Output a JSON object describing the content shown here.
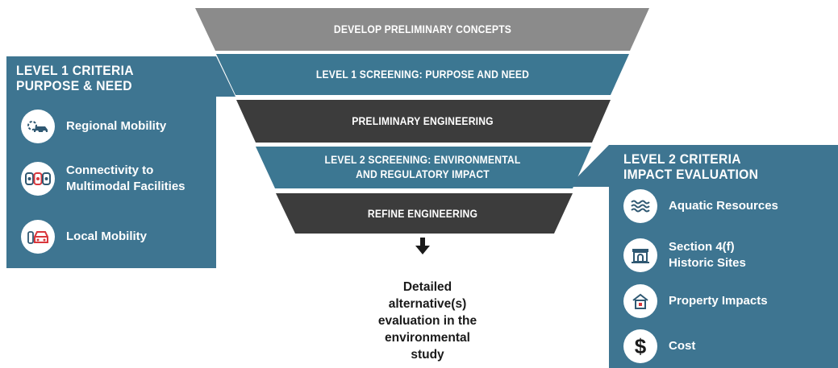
{
  "colors": {
    "gray": "#8b8b8b",
    "blue": "#3c7792",
    "dark": "#3c3c3c",
    "panel": "#3e7591",
    "icon_blue": "#2f5872",
    "icon_red": "#d9373c"
  },
  "stages": [
    "DEVELOP PRELIMINARY CONCEPTS",
    "LEVEL 1 SCREENING: PURPOSE AND NEED",
    "PRELIMINARY ENGINEERING",
    "LEVEL 2 SCREENING: ENVIRONMENTAL",
    "AND REGULATORY IMPACT",
    "REFINE ENGINEERING"
  ],
  "level1": {
    "title_line1": "LEVEL 1 CRITERIA",
    "title_line2": "PURPOSE & NEED",
    "items": [
      {
        "line1": "Regional Mobility",
        "line2": "",
        "icon": "car-icon"
      },
      {
        "line1": "Connectivity to",
        "line2": "Multimodal Facilities",
        "icon": "multimodal-icon"
      },
      {
        "line1": "Local Mobility",
        "line2": "",
        "icon": "traffic-car-icon"
      }
    ]
  },
  "level2": {
    "title_line1": "LEVEL 2 CRITERIA",
    "title_line2": "IMPACT EVALUATION",
    "items": [
      {
        "line1": "Aquatic Resources",
        "line2": "",
        "icon": "water-waves-icon"
      },
      {
        "line1": "Section 4(f)",
        "line2": "Historic Sites",
        "icon": "historic-building-icon"
      },
      {
        "line1": "Property Impacts",
        "line2": "",
        "icon": "house-icon"
      },
      {
        "line1": "Cost",
        "line2": "",
        "icon": "dollar-icon"
      }
    ]
  },
  "outcome": {
    "lines": [
      "Detailed",
      "alternative(s)",
      "evaluation in the",
      "environmental",
      "study"
    ]
  }
}
